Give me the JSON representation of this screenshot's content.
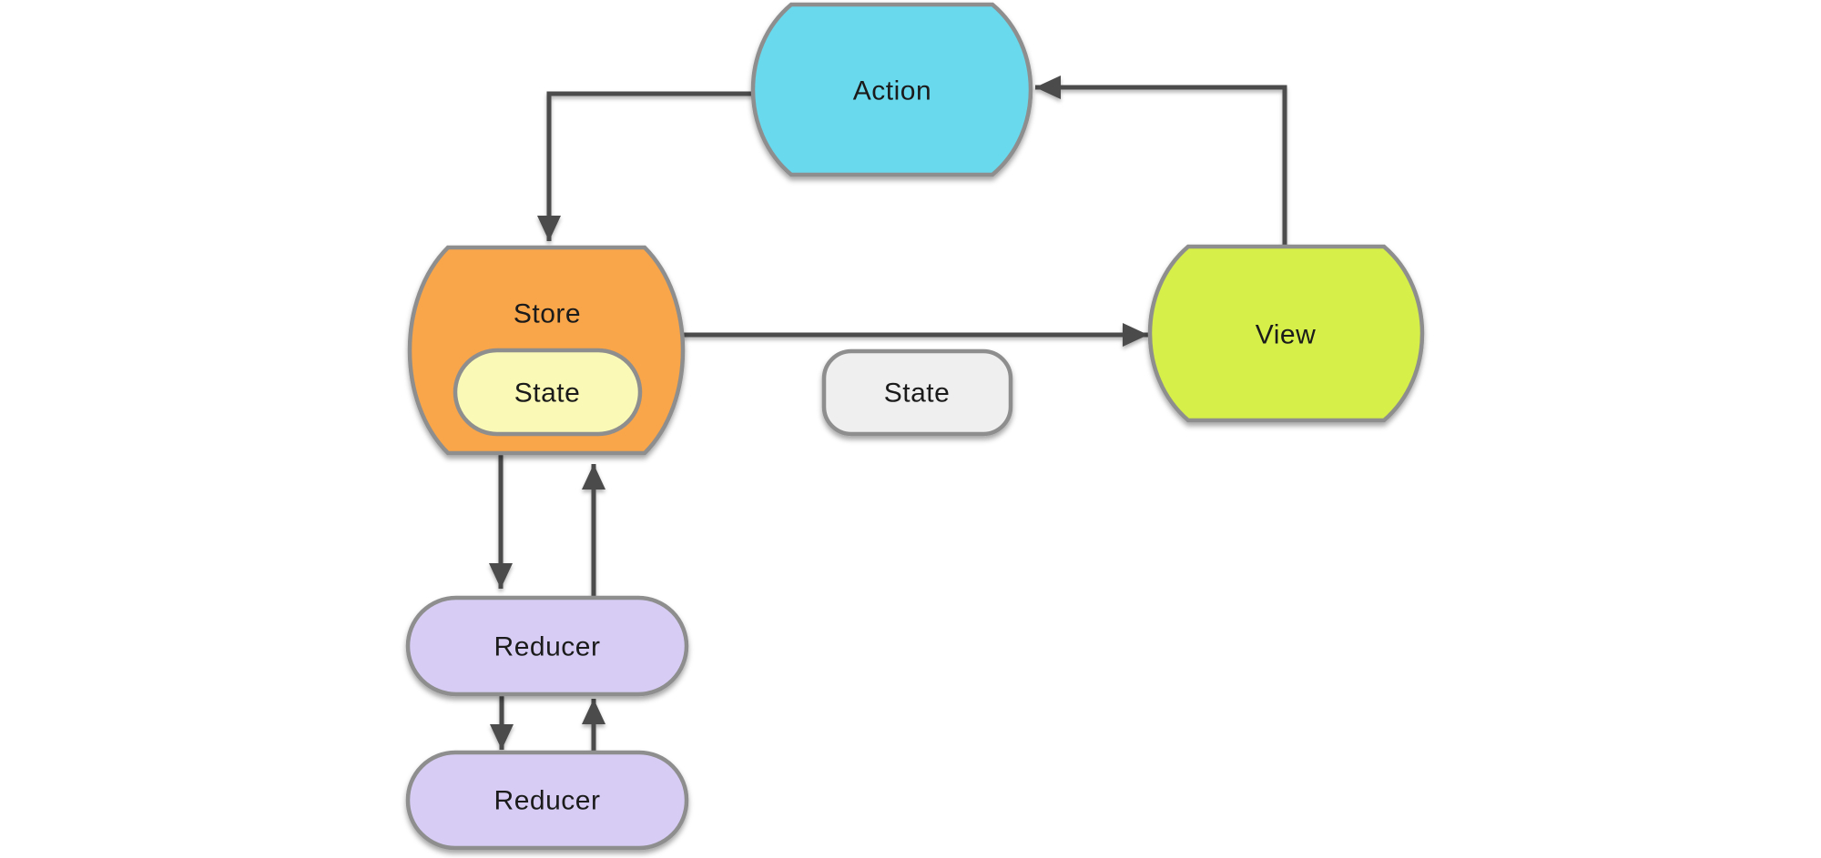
{
  "nodes": {
    "action": {
      "label": "Action",
      "color": "#69D9ED"
    },
    "store": {
      "label": "Store",
      "color": "#F9A54A"
    },
    "store_state": {
      "label": "State",
      "color": "#FAF9B5"
    },
    "state": {
      "label": "State",
      "color": "#EFEFEF"
    },
    "view": {
      "label": "View",
      "color": "#D6EF48"
    },
    "reducer_1": {
      "label": "Reducer",
      "color": "#D7CDF4"
    },
    "reducer_2": {
      "label": "Reducer",
      "color": "#D7CDF4"
    }
  },
  "colors": {
    "background": "#FFFFFF",
    "node_border": "#8E8E8E",
    "arrow": "#4B4B4B",
    "label_text": "#1B1B1B"
  }
}
